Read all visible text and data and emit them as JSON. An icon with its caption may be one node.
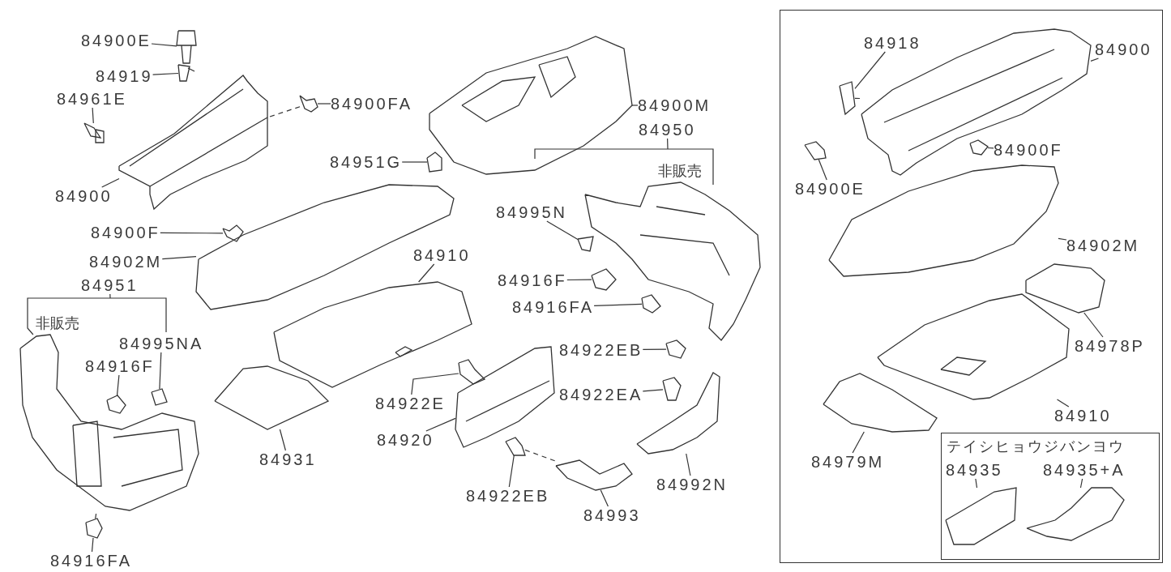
{
  "diagram": {
    "nodes": [
      {
        "text": [
          "84900E"
        ]
      },
      {
        "text": [],
        "shape": "picture"
      },
      {
        "text": [
          "84919"
        ]
      },
      {
        "text": [],
        "shape": "picture"
      },
      {
        "text": [
          "84961E"
        ]
      },
      {
        "text": [],
        "shape": "picture"
      },
      {
        "text": [
          "84900FA"
        ]
      },
      {
        "text": [],
        "shape": "picture"
      },
      {
        "text": [
          "84900"
        ]
      },
      {
        "text": [],
        "shape": "picture"
      },
      {
        "text": [
          "84900F"
        ]
      },
      {
        "text": [],
        "shape": "picture"
      },
      {
        "text": [
          "84900M"
        ]
      },
      {
        "text": [],
        "shape": "picture"
      },
      {
        "text": [
          "84951G"
        ]
      },
      {
        "text": [],
        "shape": "picture"
      },
      {
        "text": [
          "84950"
        ]
      },
      {
        "text": [],
        "shape": "picture"
      },
      {
        "text": [
          "84995N"
        ]
      },
      {
        "text": [],
        "shape": "picture"
      },
      {
        "text": [
          "84902M"
        ]
      },
      {
        "text": [],
        "shape": "picture"
      },
      {
        "text": [
          "84910"
        ]
      },
      {
        "text": [],
        "shape": "picture"
      },
      {
        "text": [
          "84916F"
        ]
      },
      {
        "text": [],
        "shape": "picture"
      },
      {
        "text": [
          "84916FA"
        ]
      },
      {
        "text": [],
        "shape": "picture"
      },
      {
        "text": [
          "84951"
        ]
      },
      {
        "text": [],
        "shape": "picture"
      },
      {
        "text": [
          "84995NA"
        ]
      },
      {
        "text": [],
        "shape": "picture"
      },
      {
        "text": [
          "84916F"
        ]
      },
      {
        "text": [],
        "shape": "picture"
      },
      {
        "text": [
          "84922EB"
        ]
      },
      {
        "text": [],
        "shape": "picture"
      },
      {
        "text": [
          "84922E"
        ]
      },
      {
        "text": [],
        "shape": "picture"
      },
      {
        "text": [
          "84922EA"
        ]
      },
      {
        "text": [],
        "shape": "picture"
      },
      {
        "text": [
          "84920"
        ]
      },
      {
        "text": [],
        "shape": "picture"
      },
      {
        "text": [
          "84931"
        ]
      },
      {
        "text": [],
        "shape": "picture"
      },
      {
        "text": [
          "84922EB"
        ]
      },
      {
        "text": [],
        "shape": "picture"
      },
      {
        "text": [
          "84993"
        ]
      },
      {
        "text": [],
        "shape": "picture"
      },
      {
        "text": [
          "84992N"
        ]
      },
      {
        "text": [],
        "shape": "picture"
      },
      {
        "text": [
          "84916FA"
        ]
      },
      {
        "text": [],
        "shape": "picture"
      },
      {
        "text": [],
        "shape": "box"
      },
      {
        "text": [
          "84918"
        ],
        "in": 52
      },
      {
        "text": [],
        "shape": "picture",
        "in": 52
      },
      {
        "text": [
          "84900"
        ],
        "in": 52
      },
      {
        "text": [],
        "shape": "picture",
        "in": 52
      },
      {
        "text": [
          "84900F"
        ],
        "in": 52
      },
      {
        "text": [],
        "shape": "picture",
        "in": 52
      },
      {
        "text": [
          "84900E"
        ],
        "in": 52
      },
      {
        "text": [],
        "shape": "picture",
        "in": 52
      },
      {
        "text": [
          "84902M"
        ],
        "in": 52
      },
      {
        "text": [],
        "shape": "picture",
        "in": 52
      },
      {
        "text": [
          "84978P"
        ],
        "in": 52
      },
      {
        "text": [],
        "shape": "picture",
        "in": 52
      },
      {
        "text": [
          "84910"
        ],
        "in": 52
      },
      {
        "text": [],
        "shape": "picture",
        "in": 52
      },
      {
        "text": [
          "84979M"
        ],
        "in": 52
      },
      {
        "text": [],
        "shape": "picture",
        "in": 52
      },
      {
        "text": [
          "テイシヒョウジバンヨウ"
        ],
        "in": 52
      },
      {
        "text": [
          "84935"
        ],
        "in": 69
      },
      {
        "text": [],
        "shape": "picture",
        "in": 69
      },
      {
        "text": [
          "84935+A"
        ],
        "in": 69
      },
      {
        "text": [],
        "shape": "picture",
        "in": 69
      }
    ],
    "edges": [
      {
        "from": 0,
        "to": 1,
        "arrow": "none"
      },
      {
        "from": 2,
        "to": 3,
        "arrow": "none"
      },
      {
        "from": 4,
        "to": 5,
        "arrow": "none"
      },
      {
        "from": 6,
        "to": 7,
        "arrow": "none"
      },
      {
        "from": 8,
        "to": 9,
        "arrow": "none"
      },
      {
        "from": 10,
        "to": 11,
        "arrow": "none"
      },
      {
        "from": 12,
        "to": 13,
        "arrow": "none"
      },
      {
        "from": 14,
        "to": 15,
        "arrow": "none"
      },
      {
        "from": 16,
        "to": 17,
        "arrow": "none"
      },
      {
        "from": 18,
        "to": 19,
        "arrow": "none"
      },
      {
        "from": 20,
        "to": 21,
        "arrow": "none"
      },
      {
        "from": 22,
        "to": 23,
        "arrow": "none"
      },
      {
        "from": 24,
        "to": 25,
        "arrow": "none"
      },
      {
        "from": 26,
        "to": 27,
        "arrow": "none"
      },
      {
        "from": 28,
        "to": 29,
        "arrow": "none"
      },
      {
        "from": 30,
        "to": 31,
        "arrow": "none"
      },
      {
        "from": 32,
        "to": 33,
        "arrow": "none"
      },
      {
        "from": 34,
        "to": 35,
        "arrow": "none"
      },
      {
        "from": 36,
        "to": 37,
        "arrow": "none"
      },
      {
        "from": 38,
        "to": 39,
        "arrow": "none"
      },
      {
        "from": 40,
        "to": 41,
        "arrow": "none"
      },
      {
        "from": 42,
        "to": 43,
        "arrow": "none"
      },
      {
        "from": 44,
        "to": 45,
        "arrow": "none"
      },
      {
        "from": 46,
        "to": 47,
        "arrow": "none"
      },
      {
        "from": 48,
        "to": 49,
        "arrow": "none"
      },
      {
        "from": 50,
        "to": 51,
        "arrow": "none"
      },
      {
        "from": 53,
        "to": 54,
        "arrow": "none"
      },
      {
        "from": 55,
        "to": 56,
        "arrow": "none"
      },
      {
        "from": 57,
        "to": 58,
        "arrow": "none"
      },
      {
        "from": 59,
        "to": 60,
        "arrow": "none"
      },
      {
        "from": 61,
        "to": 62,
        "arrow": "none"
      },
      {
        "from": 63,
        "to": 64,
        "arrow": "none"
      },
      {
        "from": 65,
        "to": 66,
        "arrow": "none"
      },
      {
        "from": 67,
        "to": 68,
        "arrow": "none"
      },
      {
        "from": 70,
        "to": 71,
        "arrow": "none"
      },
      {
        "from": 72,
        "to": 73,
        "arrow": "none"
      },
      {
        "from": 7,
        "to": 9,
        "arrow": "none",
        "style": "dashed"
      },
      {
        "from": 45,
        "to": 47,
        "arrow": "none",
        "style": "dashed"
      },
      {
        "from": 51,
        "to": 29,
        "arrow": "none",
        "style": "dashed"
      },
      {
        "from": 54,
        "to": 56,
        "arrow": "none",
        "style": "dashed"
      }
    ],
    "labels": [
      "非販売",
      "非販売"
    ]
  }
}
